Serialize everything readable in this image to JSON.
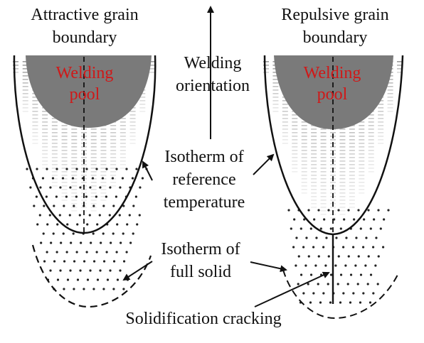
{
  "panels": {
    "left": {
      "title_line1": "Attractive grain",
      "title_line2": "boundary",
      "pool_line1": "Welding",
      "pool_line2": "pool"
    },
    "right": {
      "title_line1": "Repulsive grain",
      "title_line2": "boundary",
      "pool_line1": "Welding",
      "pool_line2": "pool"
    }
  },
  "annotations": {
    "orientation_line1": "Welding",
    "orientation_line2": "orientation",
    "isotherm_ref_line1": "Isotherm of",
    "isotherm_ref_line2": "reference",
    "isotherm_ref_line3": "temperature",
    "isotherm_solid_line1": "Isotherm of",
    "isotherm_solid_line2": "full solid",
    "cracking": "Solidification cracking"
  },
  "colors": {
    "pool_fill": "#7a7a7a",
    "pool_text": "#d01818",
    "line": "#111111",
    "columnar_grains": "#9a9a9a"
  }
}
